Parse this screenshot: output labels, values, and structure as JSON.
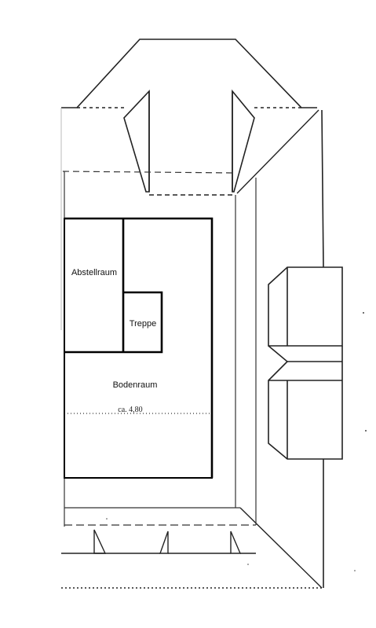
{
  "rooms": {
    "storage": "Abstellraum",
    "stairs": "Treppe",
    "attic": "Bodenraum"
  },
  "dimension": {
    "attic_width": "ca. 4,80"
  }
}
